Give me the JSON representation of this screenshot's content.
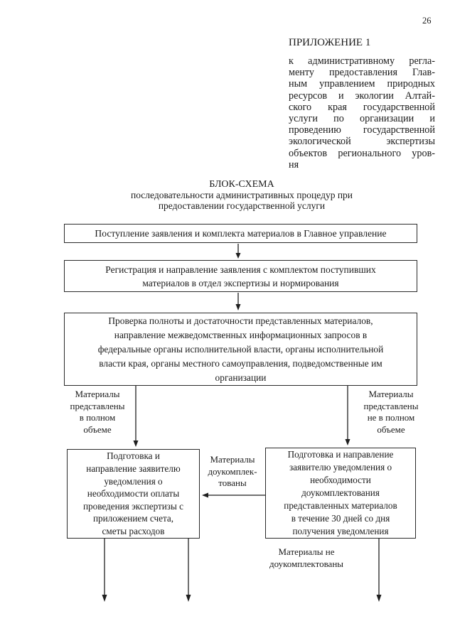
{
  "page": {
    "number": "26"
  },
  "header": {
    "appendix_title": "ПРИЛОЖЕНИЕ 1",
    "paragraph_lines": [
      "к административному регла-",
      "менту предоставления Глав-",
      "ным управлением природных",
      "ресурсов и экологии Алтай-",
      "ского края государственной",
      "услуги по организации и",
      "проведению государственной",
      "экологической экспертизы",
      "объектов регионального уров-",
      "ня"
    ]
  },
  "title": {
    "main": "БЛОК-СХЕМА",
    "subtitle_lines": [
      "последовательности административных процедур при",
      "предоставлении государственной услуги"
    ]
  },
  "flowchart": {
    "box_application": {
      "lines": [
        "Поступление заявления и комплекта материалов в Главное управление"
      ]
    },
    "box_registration": {
      "lines": [
        "Регистрация и направление заявления с комплектом поступивших",
        "материалов в отдел экспертизы и нормирования"
      ]
    },
    "box_check": {
      "lines": [
        "Проверка полноты и достаточности представленных материалов,",
        "направление межведомственных информационных запросов в",
        "федеральные органы исполнительной власти, органы исполнительной",
        "власти края, органы местного самоуправления, подведомственные им",
        "организации"
      ]
    },
    "box_payment_notice": {
      "lines": [
        "Подготовка и",
        "направление заявителю",
        "уведомления о",
        "необходимости оплаты",
        "проведения экспертизы с",
        "приложением счета,",
        "сметы расходов"
      ]
    },
    "box_completion_notice": {
      "lines": [
        "Подготовка и направление",
        "заявителю уведомления о",
        "необходимости",
        "доукомплектования",
        "представленных материалов",
        "в течение 30 дней со дня",
        "получения уведомления"
      ]
    },
    "label_left_branch": {
      "lines": [
        "Материалы",
        "представлены",
        "в полном",
        "объеме"
      ]
    },
    "label_right_branch": {
      "lines": [
        "Материалы",
        "представлены",
        "не в полном",
        "объеме"
      ]
    },
    "label_completed": {
      "lines": [
        "Материалы",
        "доукомплек-",
        "тованы"
      ]
    },
    "label_not_completed": {
      "lines": [
        "Материалы не",
        "доукомплектованы"
      ]
    }
  }
}
